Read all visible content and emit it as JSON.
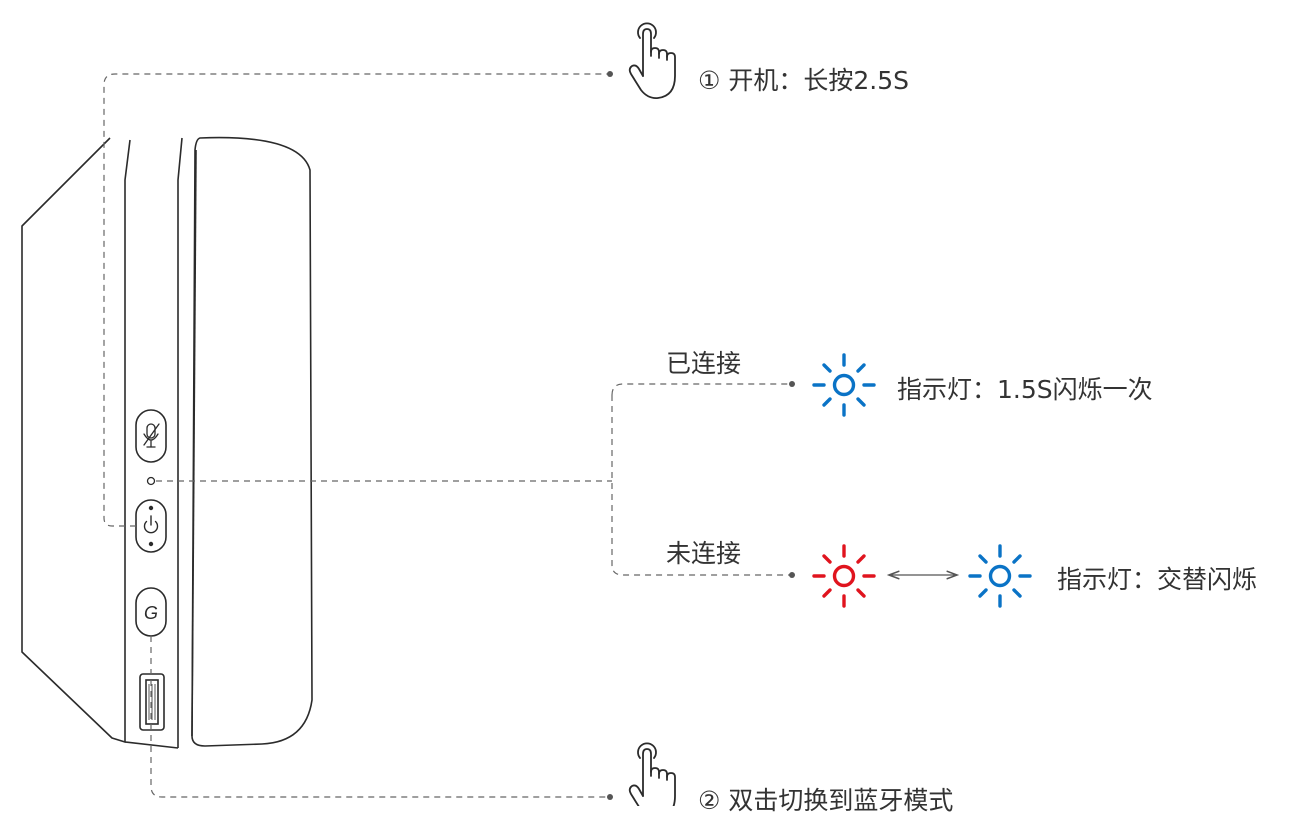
{
  "steps": {
    "power_on": "① 开机：长按2.5S",
    "bluetooth_mode": "② 双击切换到蓝牙模式"
  },
  "indicator": {
    "connected_label": "已连接",
    "connected_desc": "指示灯：1.5S闪烁一次",
    "disconnected_label": "未连接",
    "disconnected_desc": "指示灯：交替闪烁"
  },
  "buttons": {
    "g_button": "G"
  },
  "colors": {
    "line": "#555555",
    "blue_light": "#0a73c6",
    "red_light": "#e0141e",
    "outline": "#2b2b2b"
  },
  "icons": {
    "tap": "hand-tap-icon",
    "mute": "mic-mute-icon",
    "power": "power-icon",
    "led": "sun-led-icon"
  }
}
